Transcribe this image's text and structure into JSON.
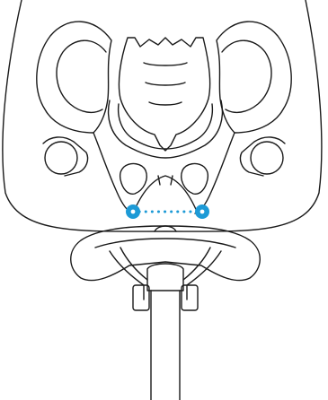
{
  "colors": {
    "line": "#1a1a1a",
    "background": "#ffffff",
    "accent": "#1d9ad6"
  },
  "diagram": {
    "subject": "pelvis-on-bike-saddle",
    "markers": {
      "count": 2,
      "shape": "circle",
      "connector": "dotted-line"
    }
  }
}
